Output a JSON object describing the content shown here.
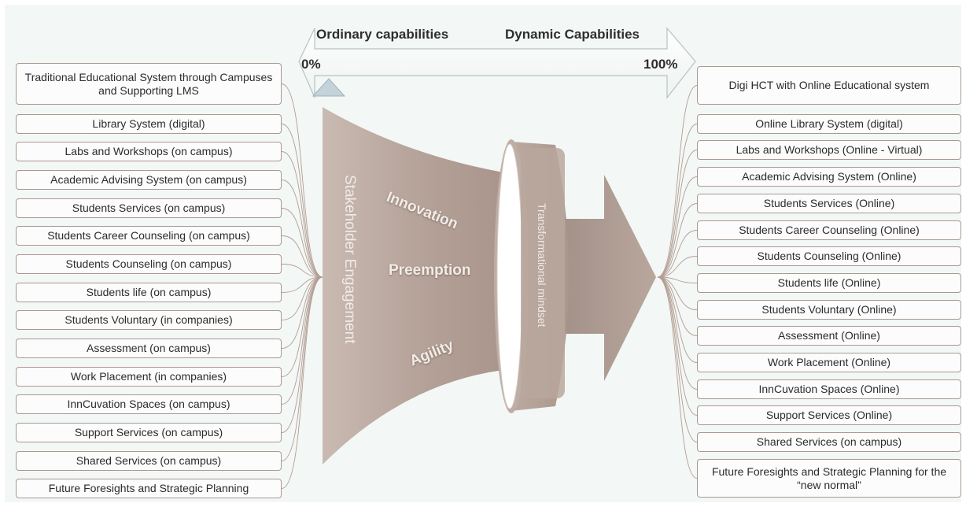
{
  "scale": {
    "left_label": "Ordinary capabilities",
    "right_label": "Dynamic Capabilities",
    "min_label": "0%",
    "max_label": "100%"
  },
  "funnel": {
    "stakeholder": "Stakeholder Engagement",
    "innovation": "Innovation",
    "preemption": "Preemption",
    "agility": "Agility",
    "mindset": "Transformational mindset"
  },
  "left_items": [
    "Traditional Educational System through Campuses and Supporting LMS",
    "Library System (digital)",
    "Labs and Workshops (on campus)",
    "Academic Advising System (on campus)",
    "Students Services (on campus)",
    "Students Career Counseling  (on campus)",
    "Students Counseling  (on campus)",
    "Students life  (on campus)",
    "Students Voluntary (in companies)",
    "Assessment (on campus)",
    "Work Placement (in companies)",
    "InnCuvation Spaces (on campus)",
    "Support Services (on campus)",
    "Shared Services (on campus)",
    "Future Foresights and Strategic Planning"
  ],
  "right_items": [
    "Digi HCT with Online Educational system",
    "Online Library System (digital)",
    "Labs and Workshops (Online - Virtual)",
    "Academic Advising System (Online)",
    "Students Services (Online)",
    "Students Career Counseling  (Online)",
    "Students Counseling  (Online)",
    "Students life  (Online)",
    "Students Voluntary (Online)",
    "Assessment (Online)",
    "Work Placement (Online)",
    "InnCuvation Spaces (Online)",
    "Support Services (Online)",
    "Shared Services (on campus)",
    "Future Foresights and Strategic Planning for the “new normal”"
  ],
  "colors": {
    "funnel": "#b6a49b",
    "funnel_dark": "#a08f86",
    "box_border": "#a99a91",
    "connector": "#b39d93"
  }
}
